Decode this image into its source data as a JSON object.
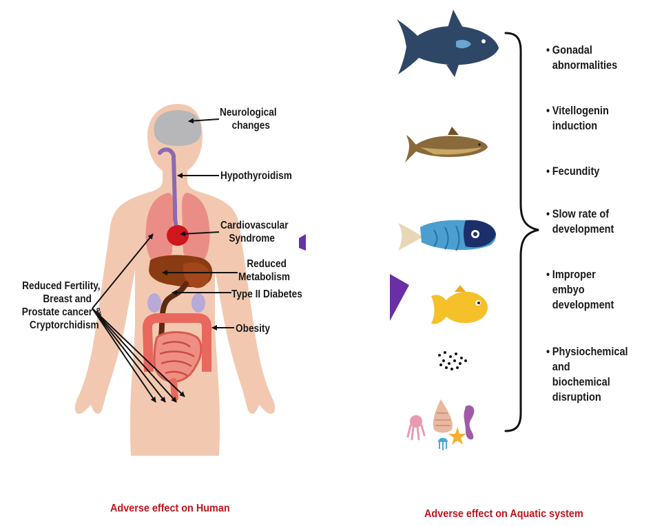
{
  "human": {
    "labels": {
      "neurological": [
        "Neurological",
        "changes"
      ],
      "hypothyroidism": "Hypothyroidism",
      "cardiovascular": [
        "Cardiovascular",
        "Syndrome"
      ],
      "metabolism": [
        "Reduced",
        "Metabolism"
      ],
      "diabetes": "Type II Diabetes",
      "obesity": "Obesity",
      "fertility": [
        "Reduced Fertility,",
        "Breast and",
        "Prostate cancer &",
        "Cryptorchidism"
      ]
    },
    "caption": "Adverse effect on Human"
  },
  "aquatic": {
    "effects": [
      [
        "Gonadal",
        "abnormalities"
      ],
      [
        "Vitellogenin",
        "induction"
      ],
      [
        "Fecundity"
      ],
      [
        "Slow rate of",
        "development"
      ],
      [
        "Improper",
        "embyo",
        "development"
      ],
      [
        "Physiochemical",
        "and",
        "biochemical",
        "disruption"
      ]
    ],
    "caption": "Adverse effect on Aquatic system"
  },
  "colors": {
    "skin": "#f2c9b0",
    "brain": "#b7b7b9",
    "lungs": "#e8787a",
    "heart": "#d0161e",
    "liver": "#8a3b12",
    "intestine": "#e8685e",
    "kidney": "#b7a9d8",
    "caption": "#c0141c",
    "tuna": "#2e4766",
    "accent_purple": "#6a2fa6"
  }
}
